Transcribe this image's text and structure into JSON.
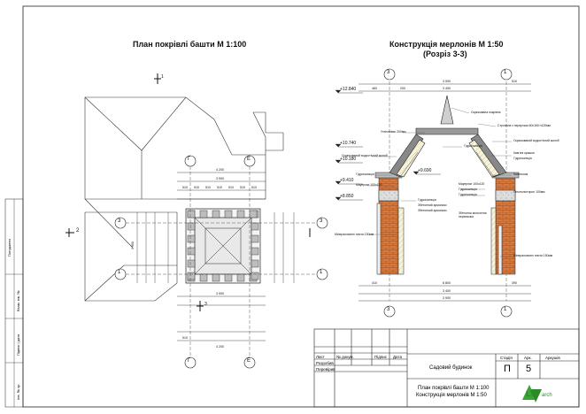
{
  "left_title": "План покрівлі башти М 1:100",
  "right_title_line1": "Конструкція мерлонів  М 1:50",
  "right_title_line2": "(Розріз 3-3)",
  "axes": {
    "g": "Г",
    "e": "Е",
    "three": "3",
    "one": "1",
    "two": "2"
  },
  "plan_dims": {
    "top_total": "4 200",
    "inner": "3 900",
    "bottom_total": "4 200",
    "left_total": "3 900",
    "sub": "3 900"
  },
  "plan_small_dims": [
    "510",
    "510",
    "510",
    "510",
    "510",
    "510",
    "510",
    "510"
  ],
  "elevations": [
    "+12.840",
    "+10.740",
    "+10.180",
    "+9.690",
    "+9.410",
    "+8.850"
  ],
  "section_dims": {
    "top": "3 900",
    "mid": "3 400",
    "bot": "6 800",
    "bot2": "3 400",
    "bot3": "3 900",
    "w1": "460",
    "w2": "200",
    "w3": "510",
    "w4": "410",
    "w5": "390"
  },
  "notes": [
    "Оцинкована покрівля",
    "Стропила з перерізом 60x160 h120мм",
    "Утеплювач 200мм",
    "Гідроізоляція",
    "Оцинкований водостічний жолоб",
    "Оцинкований водостічний жолоб",
    "Кам'яні кришки",
    "Гідроізоляція",
    "Гідроізоляція",
    "Мауерлат 100х120",
    "Гідроізоляція",
    "Мауерлат 100x120",
    "Гідроізоляція",
    "Збетонний армопояс",
    "Гідроізоляція",
    "Збетонний армопояс",
    "Збетонна монолітна перемичка",
    "Пінополістирол 100мм",
    "Мінераловатні плити 150мм",
    "Мінераловатні плити 150мм",
    "Кахельник"
  ],
  "stamp": {
    "project": "Садовий будинок",
    "sheet_title1": "План покрівлі башти  М 1:100",
    "sheet_title2": "Конструкція мерлонів М 1:50",
    "stage_label": "Стадія",
    "sheet_label": "Арк.",
    "sheets_label": "Аркушів",
    "stage": "П",
    "sheet": "5",
    "rows_left": [
      "Лист",
      "№ докум.",
      "Підпис",
      "Дата"
    ],
    "developed": "Розробив",
    "checked": "Перевірив",
    "logo_text": "arch",
    "logo_letters": "LV"
  },
  "side_strip": {
    "a": "Погоджено",
    "b": "Взам. інв. №",
    "c": "Підпис і дата",
    "d": "Інв. № ор."
  }
}
